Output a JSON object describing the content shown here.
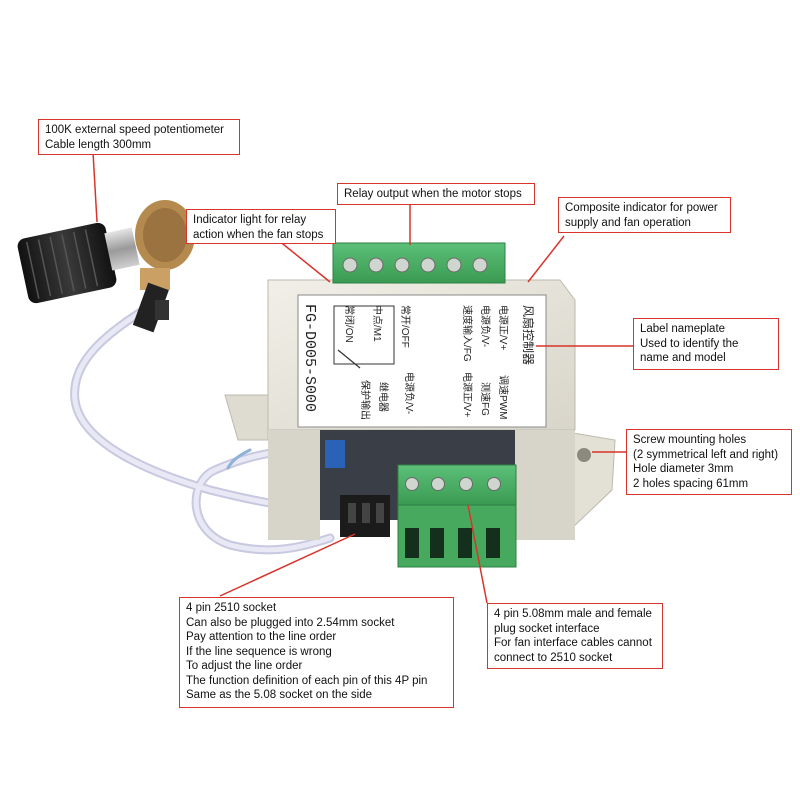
{
  "callouts": {
    "potentiometer": [
      "100K external speed potentiometer",
      "Cable length 300mm"
    ],
    "relay_indicator": [
      "Indicator light for relay",
      "action when the fan stops"
    ],
    "relay_output": [
      "Relay output when the motor stops"
    ],
    "composite_indicator": [
      "Composite indicator for power",
      "supply and fan operation"
    ],
    "nameplate": [
      "Label nameplate",
      "Used to identify the",
      "name and model"
    ],
    "mounting_holes": [
      "Screw mounting holes",
      "(2 symmetrical left and right)",
      "Hole diameter 3mm",
      "2 holes spacing 61mm"
    ],
    "socket_2510": [
      "4 pin 2510 socket",
      "Can also be plugged into 2.54mm socket",
      "Pay attention to the line order",
      "If the line sequence is wrong",
      "To adjust the line order",
      "The function definition of each pin of this 4P pin",
      "Same as the 5.08 socket on the side"
    ],
    "socket_508": [
      "4 pin 5.08mm male and female",
      "plug socket interface",
      "For fan interface cables cannot",
      "connect to 2510 socket"
    ]
  },
  "label": {
    "title": "风扇控制器",
    "model": "FG-D005-S000",
    "row1": "电源正/V+",
    "row2": "电源负/V-",
    "row3": "速度输入/FG",
    "row4": "常开/OFF",
    "row5": "中点/M1",
    "row6": "常闭/ON",
    "pwm": "调速PWM",
    "fg": "测速FG",
    "vplus": "电源正/V+",
    "vminus": "电源负/V-",
    "relay": "继电器",
    "relay_out": "保护输出"
  },
  "colors": {
    "callout_border": "#d9342b",
    "terminal_green": "#4caf63",
    "housing": "#e9e7de",
    "knob": "#222222"
  }
}
